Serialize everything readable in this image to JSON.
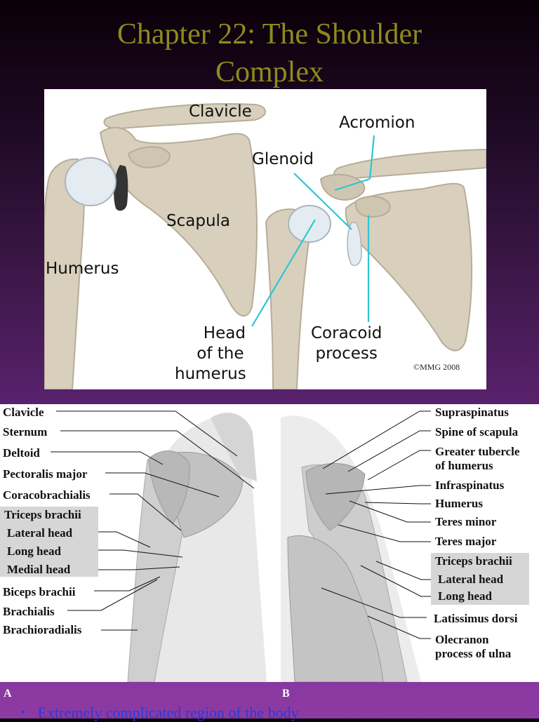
{
  "slide": {
    "title_line1": "Chapter 22: The Shoulder",
    "title_line2": "Complex"
  },
  "figure1": {
    "labels": {
      "clavicle": "Clavicle",
      "acromion": "Acromion",
      "glenoid": "Glenoid",
      "scapula": "Scapula",
      "humerus": "Humerus",
      "head_line1": "Head",
      "head_line2": "of the",
      "head_line3": "humerus",
      "coracoid_line1": "Coracoid",
      "coracoid_line2": "process"
    },
    "copyright": "©MMG 2008",
    "colors": {
      "bone": "#d8d0bd",
      "cartilage": "#e4ecf2",
      "pointer": "#2bc7d6"
    }
  },
  "figure2": {
    "left_labels": {
      "clavicle": "Clavicle",
      "sternum": "Sternum",
      "deltoid": "Deltoid",
      "pectoralis_major": "Pectoralis major",
      "coracobrachialis": "Coracobrachialis",
      "triceps_brachii": "Triceps brachii",
      "lateral_head": "Lateral head",
      "long_head": "Long head",
      "medial_head": "Medial head",
      "biceps_brachii": "Biceps brachii",
      "brachialis": "Brachialis",
      "brachioradialis": "Brachioradialis"
    },
    "right_labels": {
      "supraspinatus": "Supraspinatus",
      "spine_of_scapula": "Spine of scapula",
      "greater_tubercle_line1": "Greater tubercle",
      "greater_tubercle_line2": "of humerus",
      "infraspinatus": "Infraspinatus",
      "humerus": "Humerus",
      "teres_minor": "Teres minor",
      "teres_major": "Teres major",
      "triceps_brachii": "Triceps brachii",
      "lateral_head": "Lateral head",
      "long_head": "Long head",
      "latissimus_dorsi": "Latissimus dorsi",
      "olecranon_line1": "Olecranon",
      "olecranon_line2": "process of ulna"
    },
    "panel_a": "A",
    "panel_b": "B"
  },
  "bullets": [
    {
      "text": "Extremely complicated region of the body"
    }
  ],
  "colors": {
    "title": "#8f8a1e",
    "bullet": "#2a3ad8"
  }
}
